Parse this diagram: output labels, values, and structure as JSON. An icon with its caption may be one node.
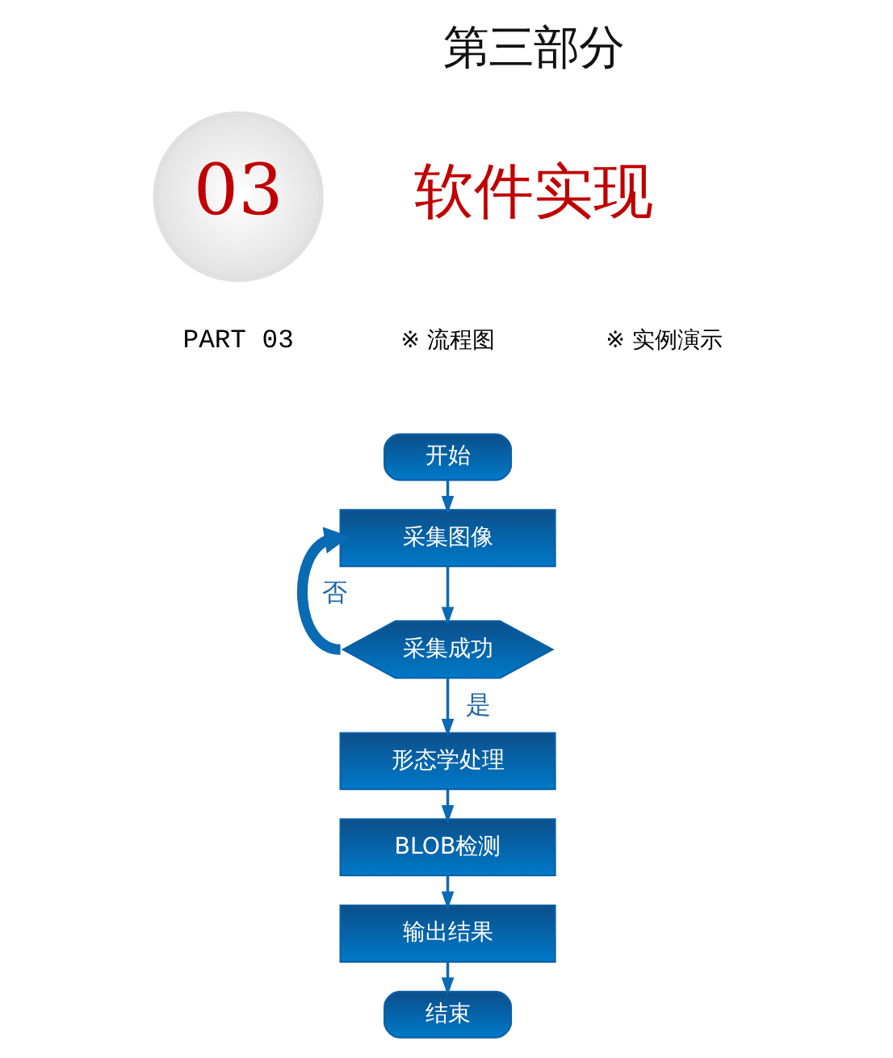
{
  "diagram": {
    "nodes": [
      {
        "text": [
          "03"
        ],
        "beside": [
          "PART 03"
        ]
      },
      {
        "text": [
          "开始"
        ]
      },
      {
        "text": [
          "采集图像"
        ]
      },
      {
        "text": [
          "采集成功"
        ]
      },
      {
        "text": [
          "形态学处理"
        ]
      },
      {
        "text": [
          "BLOB检测"
        ]
      },
      {
        "text": [
          "输出结果"
        ]
      },
      {
        "text": [
          "结束"
        ]
      }
    ],
    "edges": [
      {
        "from": 1,
        "to": 2,
        "arrow": "to"
      },
      {
        "from": 2,
        "to": 3,
        "arrow": "to"
      },
      {
        "from": 3,
        "to": 4,
        "arrow": "to",
        "label": "是"
      },
      {
        "from": 3,
        "to": 2,
        "arrow": "to",
        "label": "否",
        "style": "thick"
      },
      {
        "from": 4,
        "to": 5,
        "arrow": "to"
      },
      {
        "from": 5,
        "to": 6,
        "arrow": "to"
      },
      {
        "from": 6,
        "to": 7,
        "arrow": "to"
      }
    ],
    "labels": [
      "第三部分",
      "软件实现",
      "※ 流程图",
      "※ 实例演示"
    ]
  }
}
